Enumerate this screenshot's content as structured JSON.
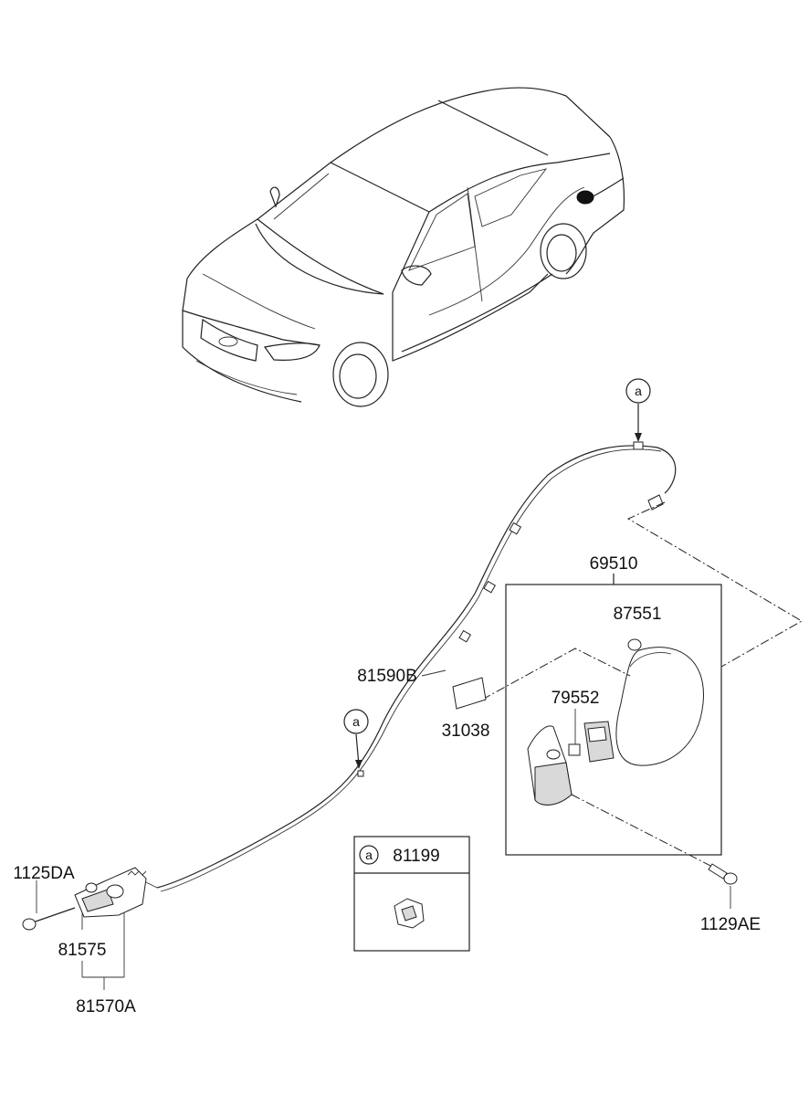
{
  "parts": {
    "p69510": "69510",
    "p87551": "87551",
    "p79552": "79552",
    "p81590B": "81590B",
    "p31038": "31038",
    "p1125DA": "1125DA",
    "p81575": "81575",
    "p81570A": "81570A",
    "p1129AE": "1129AE",
    "p81199": "81199"
  },
  "callouts": {
    "ref_a_top": "a",
    "ref_a_mid": "a",
    "ref_a_box": "a"
  }
}
